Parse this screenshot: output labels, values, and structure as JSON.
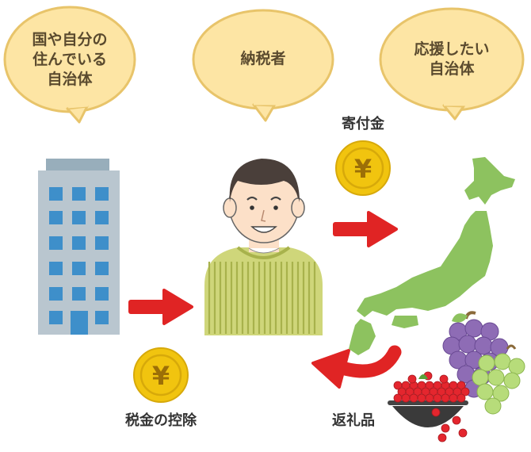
{
  "bubbles": {
    "local_gov": [
      "国や自分の",
      "住んでいる",
      "自治体"
    ],
    "taxpayer": [
      "納税者"
    ],
    "support_gov": [
      "応援したい",
      "自治体"
    ]
  },
  "labels": {
    "donation": "寄付金",
    "tax_deduction": "税金の控除",
    "return_gift": "返礼品"
  },
  "coin_symbol": "¥",
  "colors": {
    "bubble_fill": "#fde5a4",
    "bubble_stroke": "#e8c46a",
    "arrow": "#e02424",
    "map": "#8dc25f",
    "building": "#b9c6cf",
    "windows": "#3e8fca",
    "coin": "#f1c40f",
    "sweater": "#cfd67a"
  }
}
